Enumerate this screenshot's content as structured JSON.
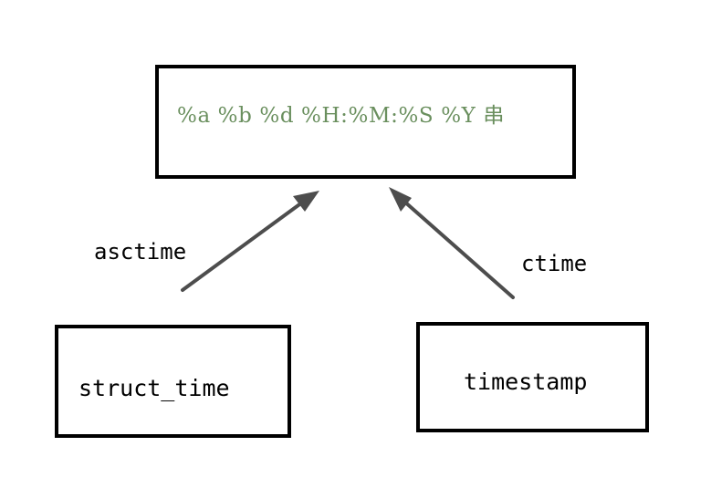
{
  "diagram": {
    "format_string": "%a %b %d %H:%M:%S %Y 串",
    "struct_time_label": "struct_time",
    "timestamp_label": "timestamp",
    "asctime_label": "asctime",
    "ctime_label": "ctime"
  },
  "colors": {
    "format_text": "#6a8f5e",
    "arrow": "#4d4d4d",
    "border": "#000000"
  }
}
